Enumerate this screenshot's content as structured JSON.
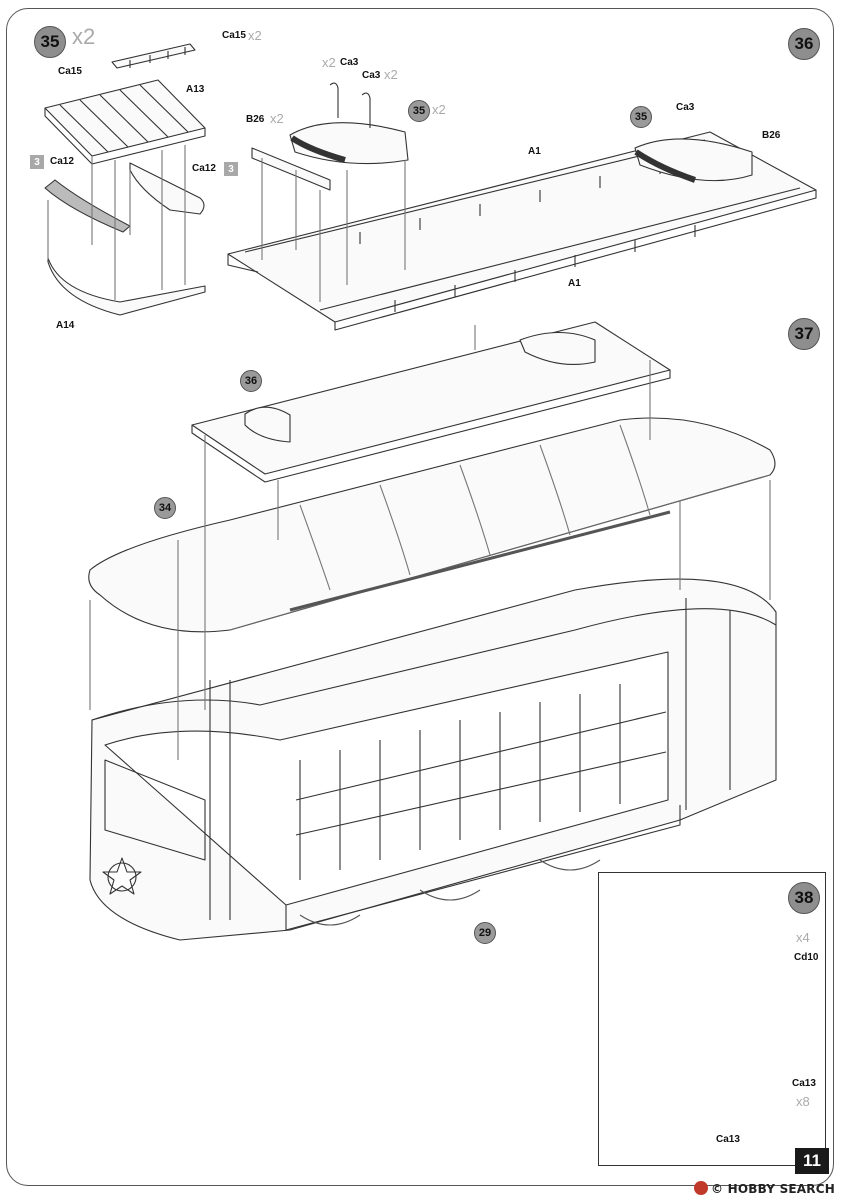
{
  "page_number": "11",
  "watermark": "© HOBBY SEARCH",
  "steps": {
    "s35": {
      "number": "35",
      "qty": "x2"
    },
    "s36": {
      "number": "36"
    },
    "s37": {
      "number": "37"
    },
    "s38": {
      "number": "38",
      "qty_cd10": "x4",
      "qty_ca13": "x8"
    }
  },
  "parts": {
    "ca15": "Ca15",
    "ca15_qty": "x2",
    "ca15_b": "Ca15",
    "a13": "A13",
    "ca12_left": "Ca12",
    "ca12_right": "Ca12",
    "paint_ref": "3",
    "a14": "A14",
    "ca3_top": "Ca3",
    "ca3_top_qty": "x2",
    "ca3_b": "Ca3",
    "ca3_b_qty": "x2",
    "ca3_right": "Ca3",
    "b26_left": "B26",
    "b26_left_qty": "x2",
    "b26_right": "B26",
    "a1_top": "A1",
    "a1_bottom": "A1",
    "sub35_qty": "x2",
    "cd10": "Cd10",
    "ca13_a": "Ca13",
    "ca13_b": "Ca13"
  },
  "callouts": {
    "c35a": "35",
    "c35b": "35",
    "c36": "36",
    "c34": "34",
    "c29": "29"
  }
}
